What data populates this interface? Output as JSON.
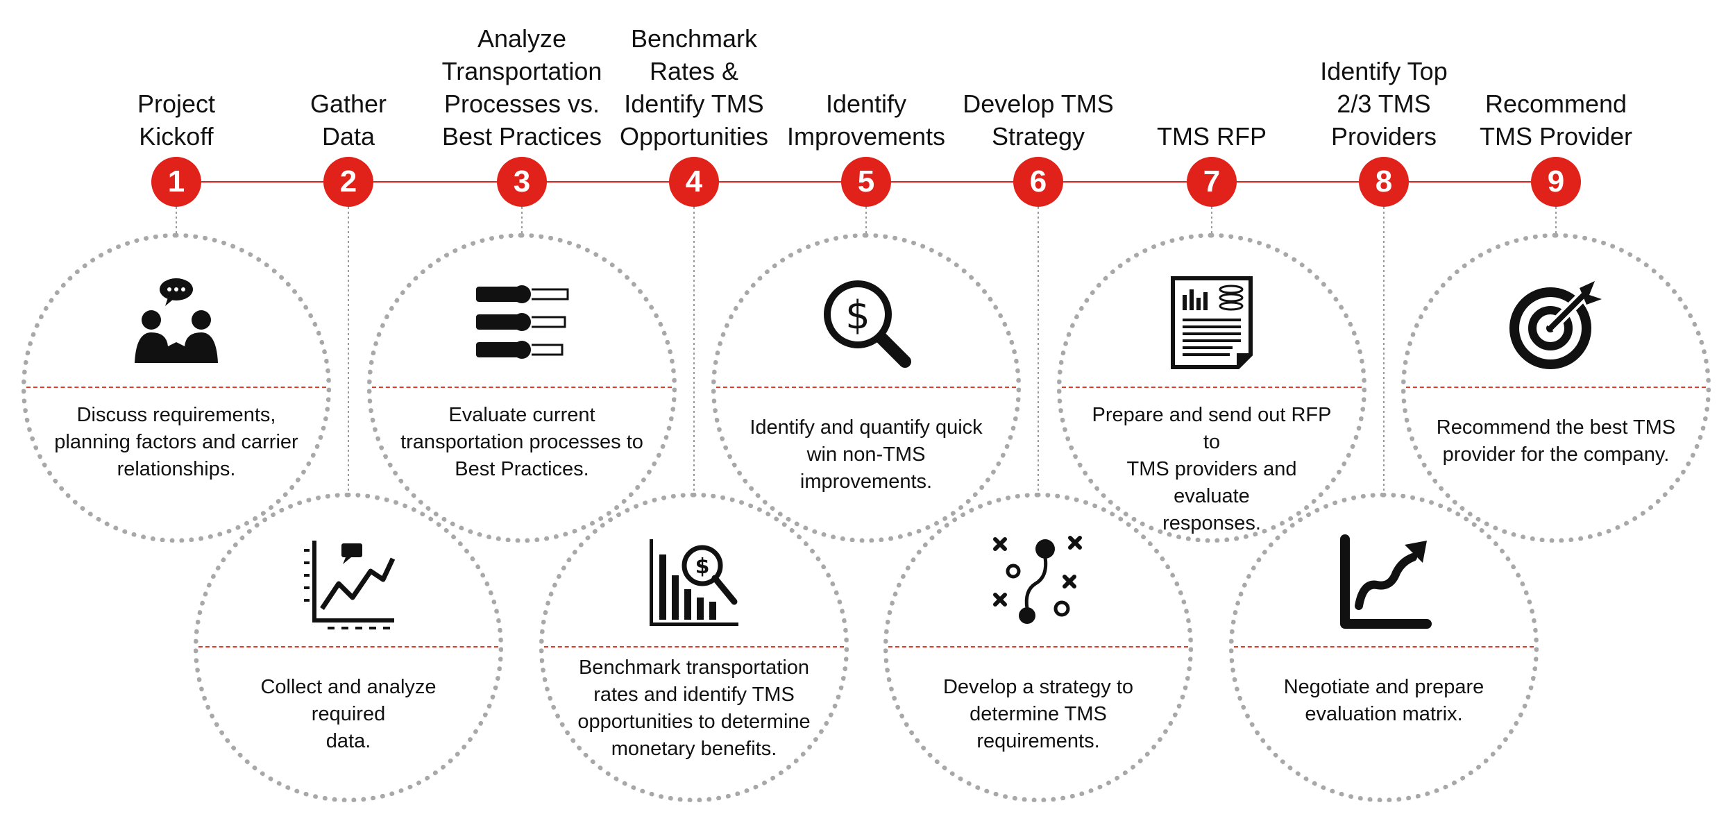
{
  "colors": {
    "accent": "#e0221a",
    "ring": "#a8a8a8",
    "text": "#111111"
  },
  "steps": [
    {
      "number": "1",
      "title": [
        "Project",
        "Kickoff"
      ],
      "icon": "meeting-chat-icon",
      "description": [
        "Discuss requirements,",
        "planning factors and carrier",
        "relationships."
      ]
    },
    {
      "number": "2",
      "title": [
        "Gather",
        "Data"
      ],
      "icon": "data-chart-icon",
      "description": [
        "Collect and analyze required",
        "data."
      ]
    },
    {
      "number": "3",
      "title": [
        "Analyze",
        "Transportation",
        "Processes vs.",
        "Best Practices"
      ],
      "icon": "process-list-icon",
      "description": [
        "Evaluate current",
        "transportation processes to",
        "Best Practices."
      ]
    },
    {
      "number": "4",
      "title": [
        "Benchmark",
        "Rates &",
        "Identify TMS",
        "Opportunities"
      ],
      "icon": "benchmark-analysis-icon",
      "description": [
        "Benchmark transportation",
        "rates and identify TMS",
        "opportunities to determine",
        "monetary benefits."
      ]
    },
    {
      "number": "5",
      "title": [
        "Identify",
        "Improvements"
      ],
      "icon": "dollar-magnifier-icon",
      "description": [
        "Identify and quantify quick",
        "win non-TMS improvements."
      ]
    },
    {
      "number": "6",
      "title": [
        "Develop TMS",
        "Strategy"
      ],
      "icon": "strategy-play-icon",
      "description": [
        "Develop a strategy to",
        "determine TMS requirements."
      ]
    },
    {
      "number": "7",
      "title": [
        "TMS RFP"
      ],
      "icon": "document-report-icon",
      "description": [
        "Prepare and send out RFP to",
        "TMS providers and evaluate",
        "responses."
      ]
    },
    {
      "number": "8",
      "title": [
        "Identify Top",
        "2/3 TMS",
        "Providers"
      ],
      "icon": "growth-arrow-icon",
      "description": [
        "Negotiate and prepare",
        "evaluation matrix."
      ]
    },
    {
      "number": "9",
      "title": [
        "Recommend",
        "TMS Provider"
      ],
      "icon": "target-dart-icon",
      "description": [
        "Recommend the best TMS",
        "provider for the company."
      ]
    }
  ]
}
